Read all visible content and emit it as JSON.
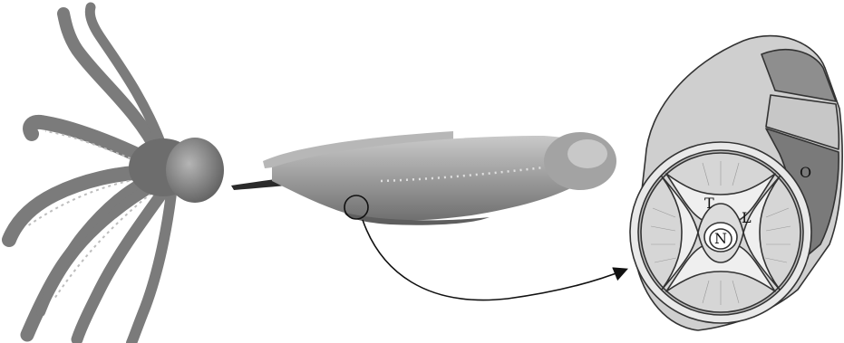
{
  "figure": {
    "labels": {
      "transverse": "T",
      "longitudinal": "L",
      "nerve": "N",
      "oblique": "O"
    }
  },
  "colors": {
    "ink": "#111111",
    "skin_light": "#cfcfcf",
    "muscle_light": "#d4d4d4",
    "muscle_mid": "#9a9a9a",
    "muscle_dark": "#7a7a7a",
    "octopus_dark": "#6b6b6b",
    "octopus_mid": "#9b9b9b"
  }
}
